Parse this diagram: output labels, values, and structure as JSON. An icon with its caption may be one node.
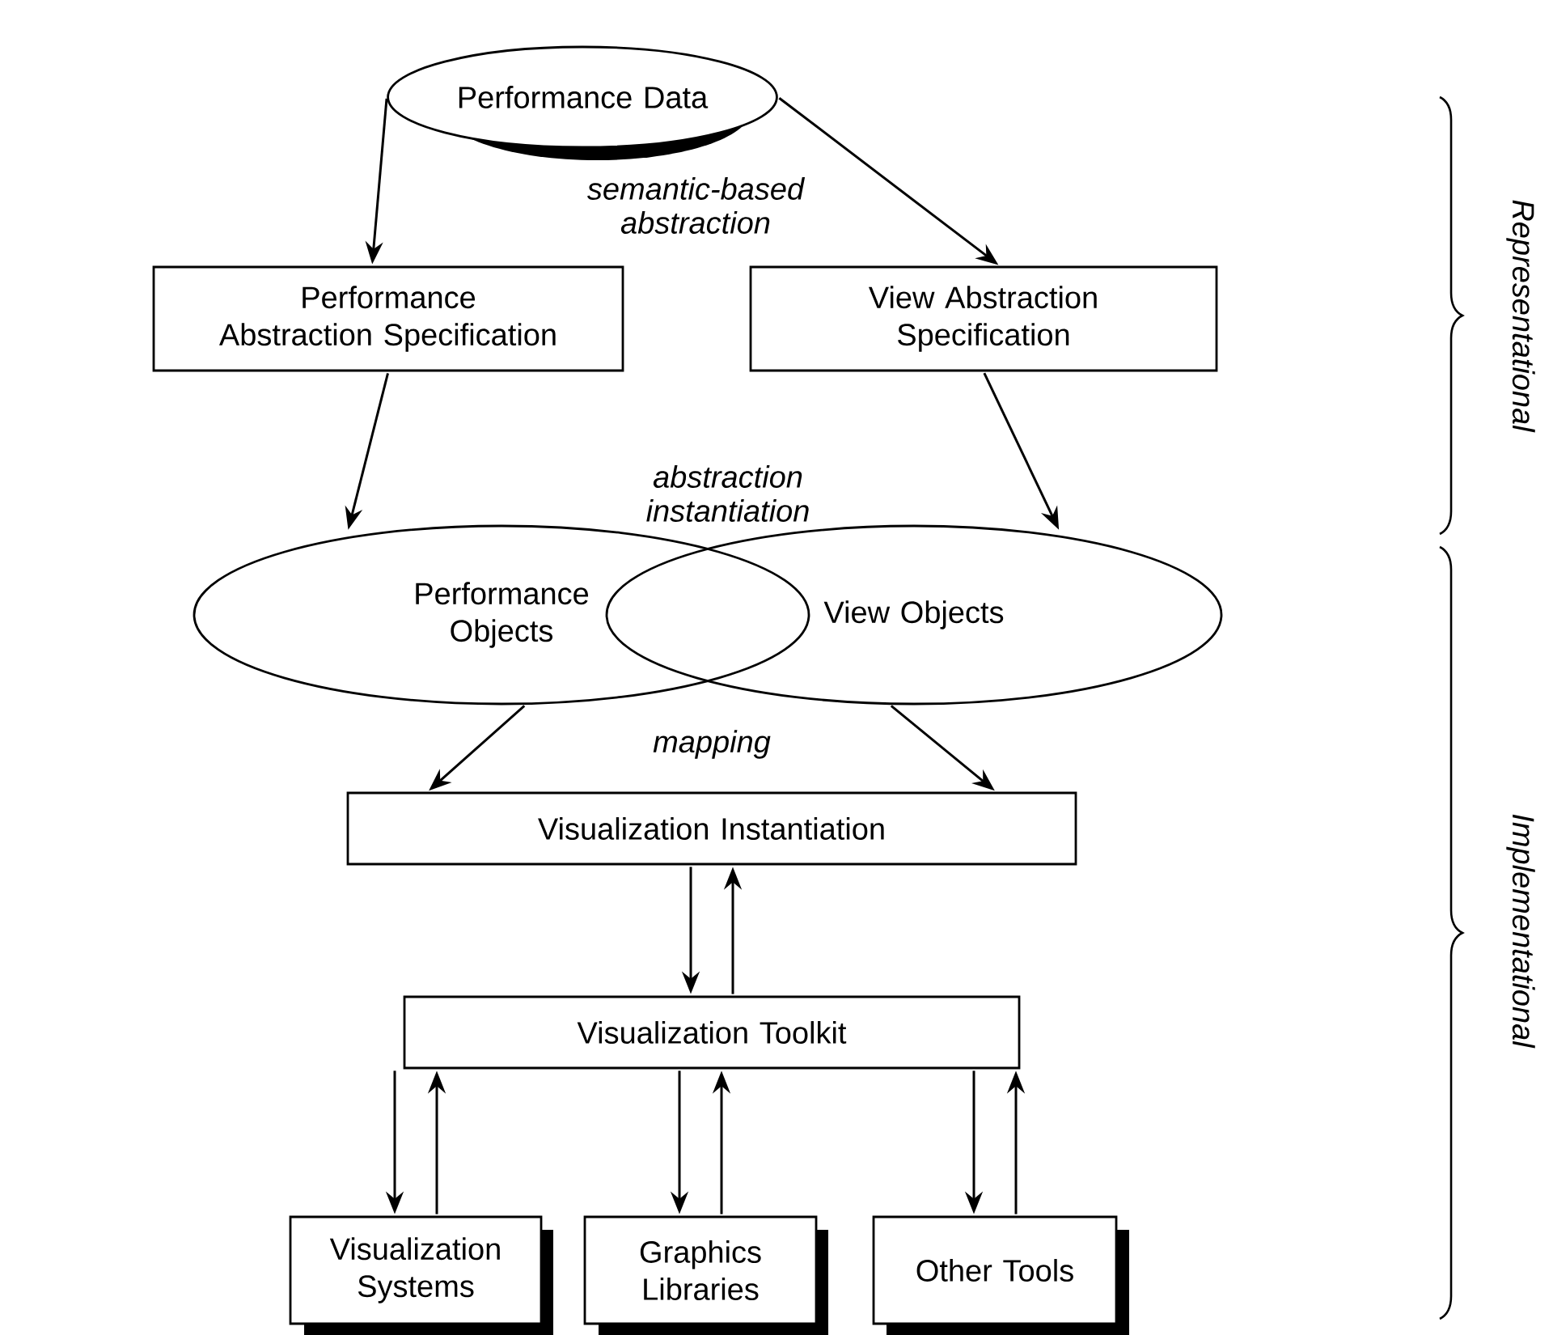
{
  "diagram": {
    "nodes": [
      {
        "text": [
          "Performance Data"
        ]
      },
      {
        "text": [
          "Performance Abstraction Specification"
        ]
      },
      {
        "text": [
          "View Abstraction Specification"
        ]
      },
      {
        "text": [
          "Performance Objects"
        ]
      },
      {
        "text": [
          "View Objects"
        ]
      },
      {
        "text": [
          "Visualization Instantiation"
        ]
      },
      {
        "text": [
          "Visualization Toolkit"
        ]
      },
      {
        "text": [
          "Visualization Systems"
        ]
      },
      {
        "text": [
          "Graphics Libraries"
        ]
      },
      {
        "text": [
          "Other Tools"
        ]
      }
    ],
    "edges": [
      {
        "from": 0,
        "to": 1,
        "arrow": "to"
      },
      {
        "from": 0,
        "to": 2,
        "arrow": "to"
      },
      {
        "from": 1,
        "to": 3,
        "arrow": "to"
      },
      {
        "from": 2,
        "to": 4,
        "arrow": "to"
      },
      {
        "from": 3,
        "to": 5,
        "arrow": "to"
      },
      {
        "from": 4,
        "to": 5,
        "arrow": "to"
      },
      {
        "from": 5,
        "to": 6,
        "arrow": "to"
      },
      {
        "from": 6,
        "to": 5,
        "arrow": "to"
      },
      {
        "from": 6,
        "to": 7,
        "arrow": "to"
      },
      {
        "from": 7,
        "to": 6,
        "arrow": "to"
      },
      {
        "from": 6,
        "to": 8,
        "arrow": "to"
      },
      {
        "from": 8,
        "to": 6,
        "arrow": "to"
      },
      {
        "from": 6,
        "to": 9,
        "arrow": "to"
      },
      {
        "from": 9,
        "to": 6,
        "arrow": "to"
      }
    ],
    "labels": [
      "semantic-based abstraction",
      "abstraction instantiation",
      "mapping",
      "Representational",
      "Implementational"
    ]
  }
}
